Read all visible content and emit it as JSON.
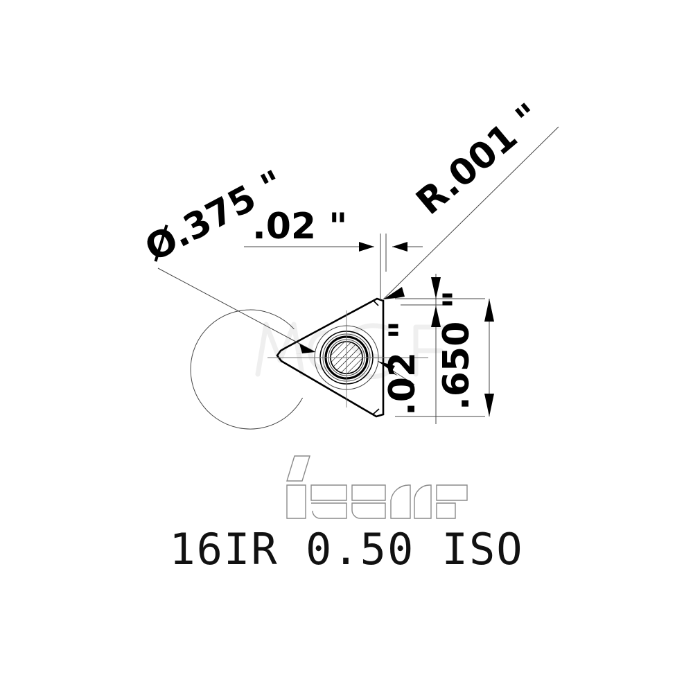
{
  "drawing": {
    "title": "ISCAR 16IR 0.50 ISO threading insert dimensioned drawing",
    "background_color": "#ffffff",
    "line_color": "#000000",
    "thin_line_color": "#444444",
    "watermark_color": "#efefef",
    "logo_color": "#8a8a8a"
  },
  "dimensions": {
    "diameter": {
      "label": "Ø.375 \"",
      "value": "0.375",
      "unit": "inch",
      "symbol": "diameter",
      "orientation": "diagonal",
      "rotation_deg": -28
    },
    "top_gap": {
      "label": ".02 \"",
      "value": "0.02",
      "unit": "inch",
      "orientation": "horizontal",
      "rotation_deg": 0
    },
    "corner_radius": {
      "label": "R.001 \"",
      "value": "0.001",
      "unit": "inch",
      "symbol": "radius",
      "orientation": "diagonal",
      "rotation_deg": -40
    },
    "inner_height": {
      "label": ".02 \"",
      "value": "0.02",
      "unit": "inch",
      "orientation": "vertical",
      "rotation_deg": -90
    },
    "overall_height": {
      "label": ".650 \"",
      "value": "0.650",
      "unit": "inch",
      "orientation": "vertical",
      "rotation_deg": -90
    }
  },
  "brand": {
    "logo_text": "iscar",
    "logo_style": "outline"
  },
  "part": {
    "designation": "16IR 0.50 ISO",
    "series": "16IR",
    "pitch": "0.50",
    "standard": "ISO"
  },
  "watermark": {
    "text": "MSC"
  }
}
